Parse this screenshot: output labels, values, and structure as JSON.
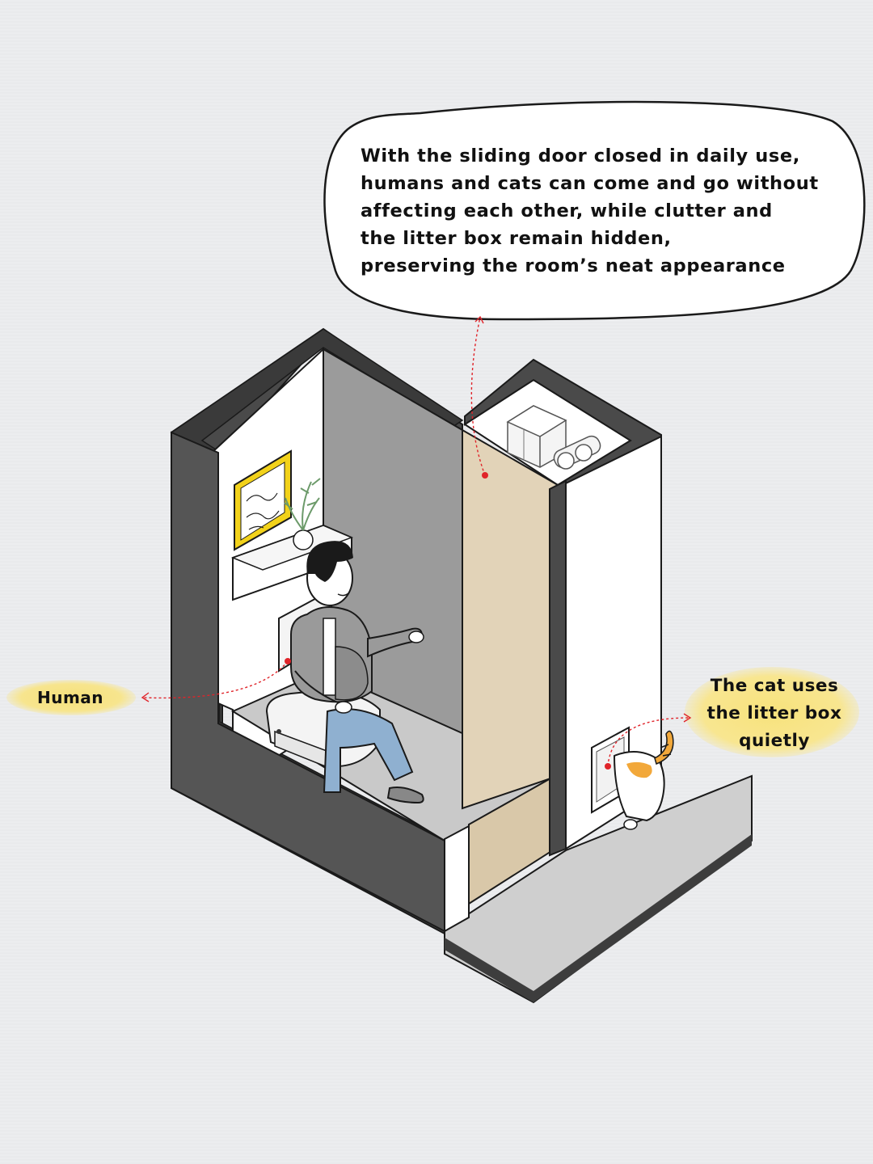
{
  "callout": {
    "lines": [
      "With the sliding door closed in daily use,",
      "humans and cats can come and go without",
      "affecting each other, while clutter and",
      "the litter box remain hidden,",
      "preserving the room’s neat appearance"
    ]
  },
  "labels": {
    "human": "Human",
    "cat": [
      "The cat uses",
      "the litter box",
      "quietly"
    ]
  },
  "colors": {
    "background": "#ecedef",
    "wall_dark": "#4a4a4a",
    "wall_gray": "#9b9b9b",
    "floor": "#cfcfcf",
    "door_wood": "#e2d3b8",
    "frame_yellow": "#f2d21a",
    "label_yellow": "#f7e58e",
    "jeans_blue": "#8fb0d0",
    "shirt_gray": "#9a9a9a",
    "marker_red": "#e0242a",
    "cat_orange": "#f2a83a"
  },
  "icons": [
    "speech-bubble-icon",
    "plant-icon",
    "framed-picture-icon",
    "toilet-icon",
    "boxes-icon",
    "cat-icon"
  ]
}
